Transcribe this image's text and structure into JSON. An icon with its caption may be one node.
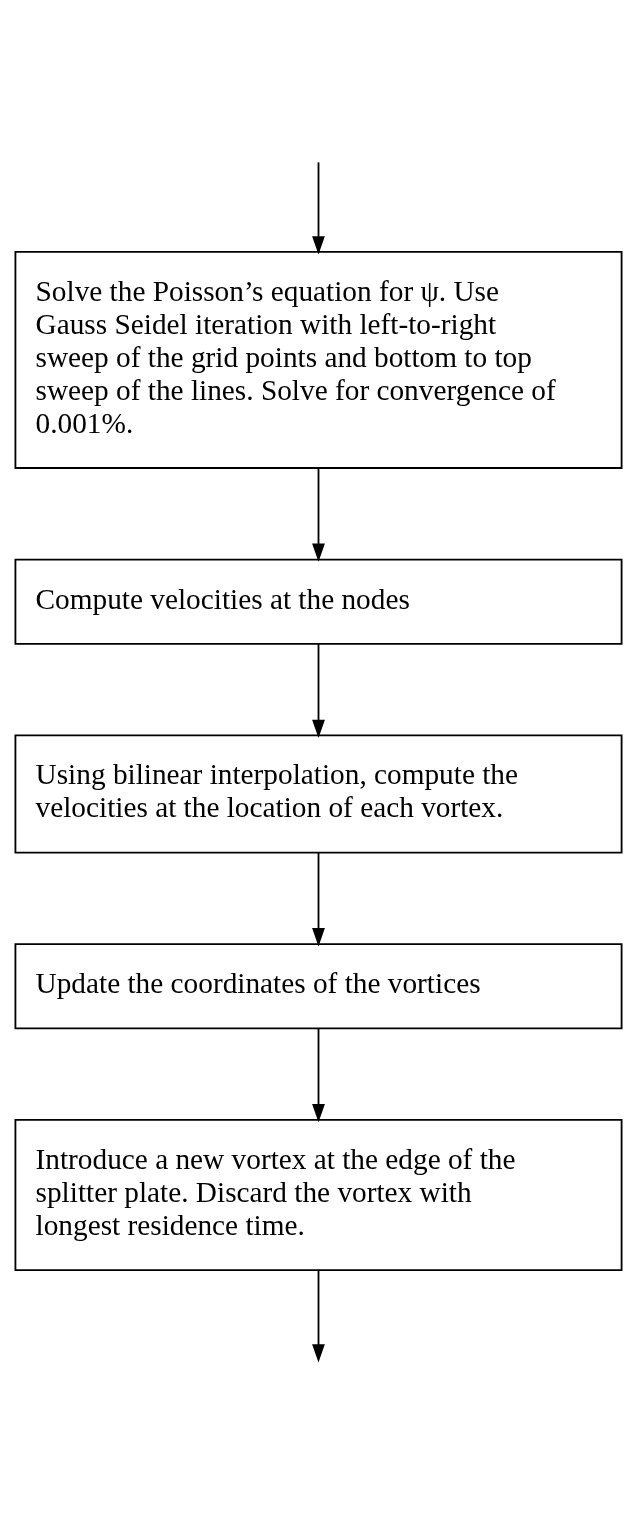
{
  "diagram": {
    "nodes": [
      {
        "text": [
          "Solve the Poisson’s equation for ψ. Use Gauss Seidel iteration with left-to-right sweep of the grid points and bottom to top sweep of the lines. Solve for convergence of 0.001%."
        ]
      },
      {
        "text": [
          "Compute velocities at the nodes"
        ]
      },
      {
        "text": [
          "Using bilinear interpolation, compute the velocities at the location of each vortex."
        ]
      },
      {
        "text": [
          "Update the coordinates of the vortices"
        ]
      },
      {
        "text": [
          "Introduce a new vortex at the edge of the splitter plate. Discard the vortex with longest residence time."
        ]
      }
    ],
    "edges": [
      {
        "from": null,
        "to": 0,
        "arrow": "to"
      },
      {
        "from": 0,
        "to": 1,
        "arrow": "to"
      },
      {
        "from": 1,
        "to": 2,
        "arrow": "to"
      },
      {
        "from": 2,
        "to": 3,
        "arrow": "to"
      },
      {
        "from": 3,
        "to": 4,
        "arrow": "to"
      },
      {
        "from": 4,
        "to": null,
        "arrow": "to"
      }
    ]
  }
}
